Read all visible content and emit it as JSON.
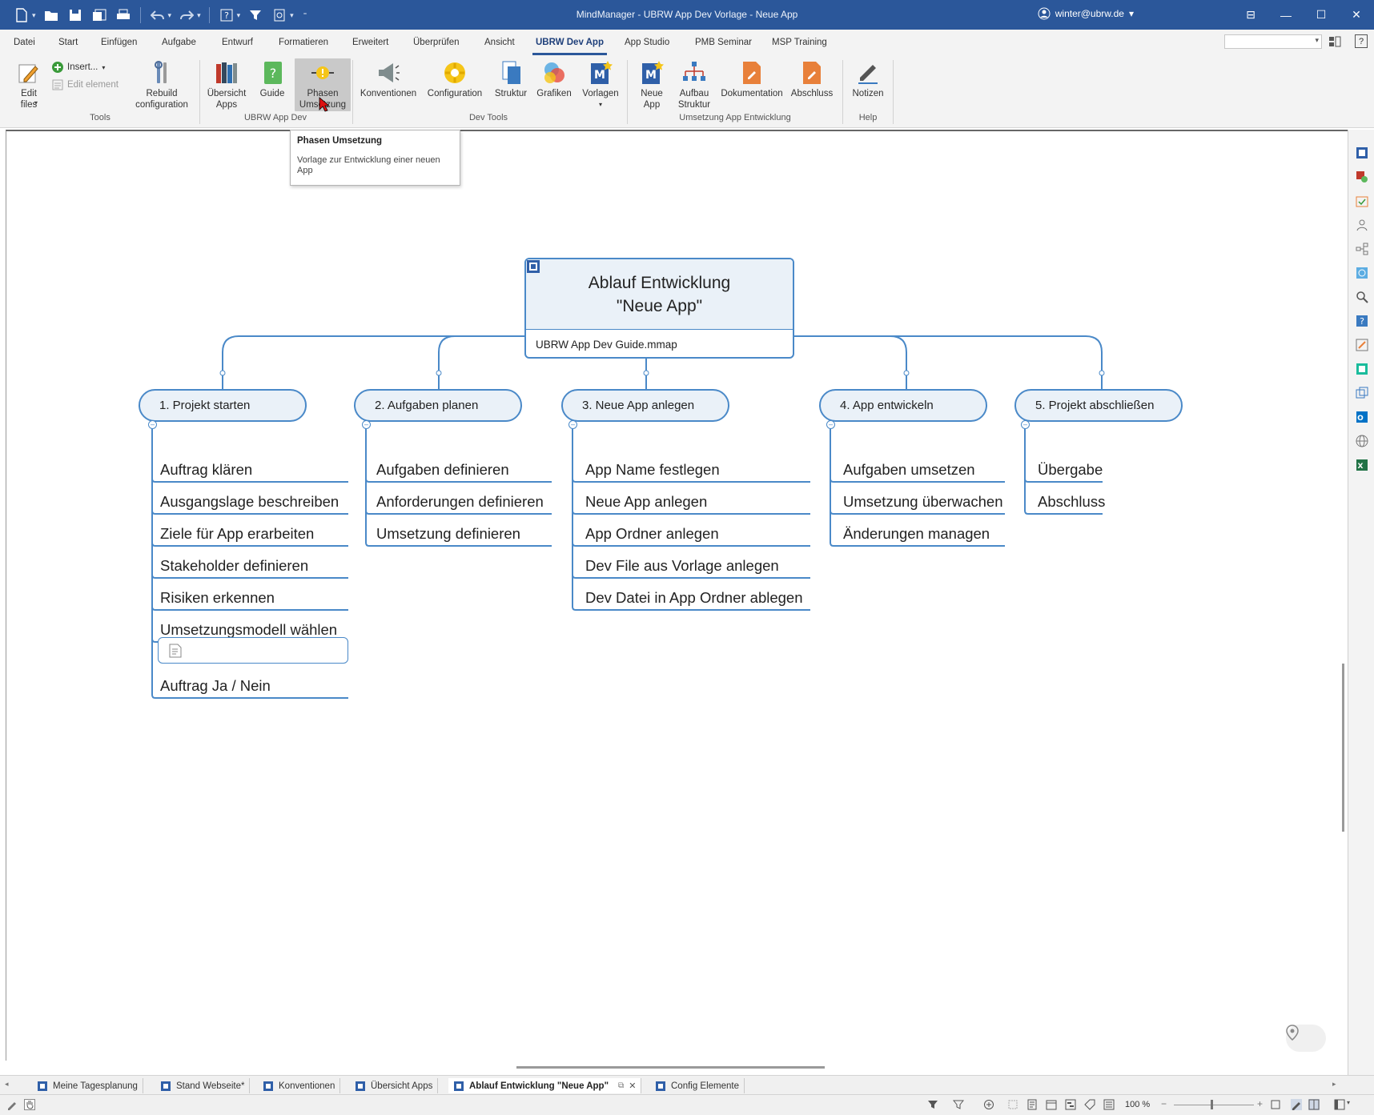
{
  "window": {
    "title": "MindManager - UBRW App Dev Vorlage - Neue App",
    "user": "winter@ubrw.de",
    "controls": [
      "⊟",
      "—",
      "☐",
      "✕"
    ]
  },
  "ribbon_tabs": [
    "Datei",
    "Start",
    "Einfügen",
    "Aufgabe",
    "Entwurf",
    "Formatieren",
    "Erweitert",
    "Überprüfen",
    "Ansicht",
    "UBRW Dev App",
    "App Studio",
    "PMB Seminar",
    "MSP Training"
  ],
  "ribbon": {
    "tools": {
      "label": "Tools",
      "edit_files": "Edit files",
      "insert": "Insert...",
      "edit_element": "Edit element",
      "rebuild": "Rebuild configuration"
    },
    "ubrw_app_dev": {
      "label": "UBRW App Dev",
      "uebersicht_apps": "Übersicht Apps",
      "guide": "Guide",
      "phasen_umsetzung": "Phasen Umsetzung"
    },
    "dev_tools": {
      "label": "Dev Tools",
      "konventionen": "Konventionen",
      "configuration": "Configuration",
      "struktur": "Struktur",
      "grafiken": "Grafiken",
      "vorlagen": "Vorlagen"
    },
    "umsetzung": {
      "label": "Umsetzung App Entwicklung",
      "neue_app": "Neue App",
      "aufbau_struktur": "Aufbau Struktur",
      "dokumentation": "Dokumentation",
      "abschluss": "Abschluss"
    },
    "help": {
      "label": "Help",
      "notizen": "Notizen"
    }
  },
  "tooltip": {
    "title": "Phasen Umsetzung",
    "body": "Vorlage zur Entwicklung einer neuen App"
  },
  "map": {
    "central": {
      "line1": "Ablauf Entwicklung",
      "line2": "\"Neue App\"",
      "link": "UBRW App Dev Guide.mmap"
    },
    "topics": [
      {
        "label": "1. Projekt starten",
        "subs": [
          "Auftrag klären",
          "Ausgangslage beschreiben",
          "Ziele für App erarbeiten",
          "Stakeholder definieren",
          "Risiken erkennen",
          "Umsetzungsmodell wählen",
          "Auftrag Ja / Nein"
        ]
      },
      {
        "label": "2. Aufgaben planen",
        "subs": [
          "Aufgaben definieren",
          "Anforderungen definieren",
          "Umsetzung definieren"
        ]
      },
      {
        "label": "3. Neue App anlegen",
        "subs": [
          "App Name festlegen",
          "Neue App anlegen",
          "App Ordner anlegen",
          "Dev File aus Vorlage anlegen",
          "Dev Datei in App Ordner ablegen"
        ]
      },
      {
        "label": "4. App entwickeln",
        "subs": [
          "Aufgaben umsetzen",
          "Umsetzung überwachen",
          "Änderungen managen"
        ]
      },
      {
        "label": "5. Projekt abschließen",
        "subs": [
          "Übergabe",
          "Abschluss"
        ]
      }
    ]
  },
  "doc_tabs": [
    "Meine Tagesplanung",
    "Stand Webseite*",
    "Konventionen",
    "Übersicht Apps",
    "Ablauf Entwicklung \"Neue App\"",
    "Config Elemente"
  ],
  "status": {
    "zoom": "100 %"
  },
  "colors": {
    "titlebar": "#2b579a",
    "branch": "#4a89c8",
    "topic_fill": "#eaf1f8"
  }
}
